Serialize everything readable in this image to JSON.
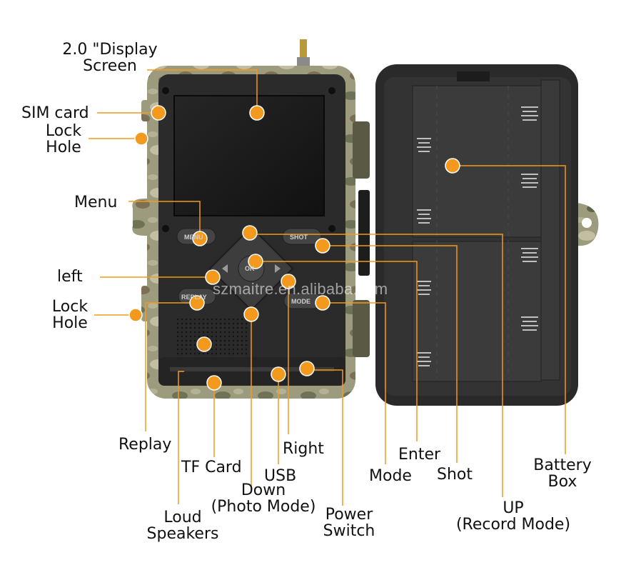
{
  "labels": {
    "display_screen": [
      "2.0 \"Display",
      "Screen"
    ],
    "sim_card": "SIM card",
    "lock_hole_top": [
      "Lock",
      "Hole"
    ],
    "menu": "Menu",
    "left": "left",
    "lock_hole_bottom": [
      "Lock",
      "Hole"
    ],
    "replay": "Replay",
    "tf_card": "TF Card",
    "loud_speakers": [
      "Loud",
      "Speakers"
    ],
    "down": [
      "Down",
      "(Photo Mode)"
    ],
    "usb": "USB",
    "right": "Right",
    "power_switch": [
      "Power",
      "Switch"
    ],
    "mode": "Mode",
    "enter": "Enter",
    "shot": "Shot",
    "up": [
      "UP",
      "(Record Mode)"
    ],
    "battery_box": [
      "Battery",
      "Box"
    ]
  },
  "button_text": {
    "menu": "MENU",
    "shot": "SHOT",
    "replay": "REPLAY",
    "mode": "MODE",
    "ok": "OK"
  },
  "watermark": "szmaitre.en.alibaba.com",
  "colors": {
    "marker": "#f39a1e",
    "leader_line": "#f39a1e",
    "camo_light": "#a7a68a",
    "camo_dark": "#6e7153",
    "panel": "#2b2b2b",
    "screen": "#1a1a1a"
  }
}
